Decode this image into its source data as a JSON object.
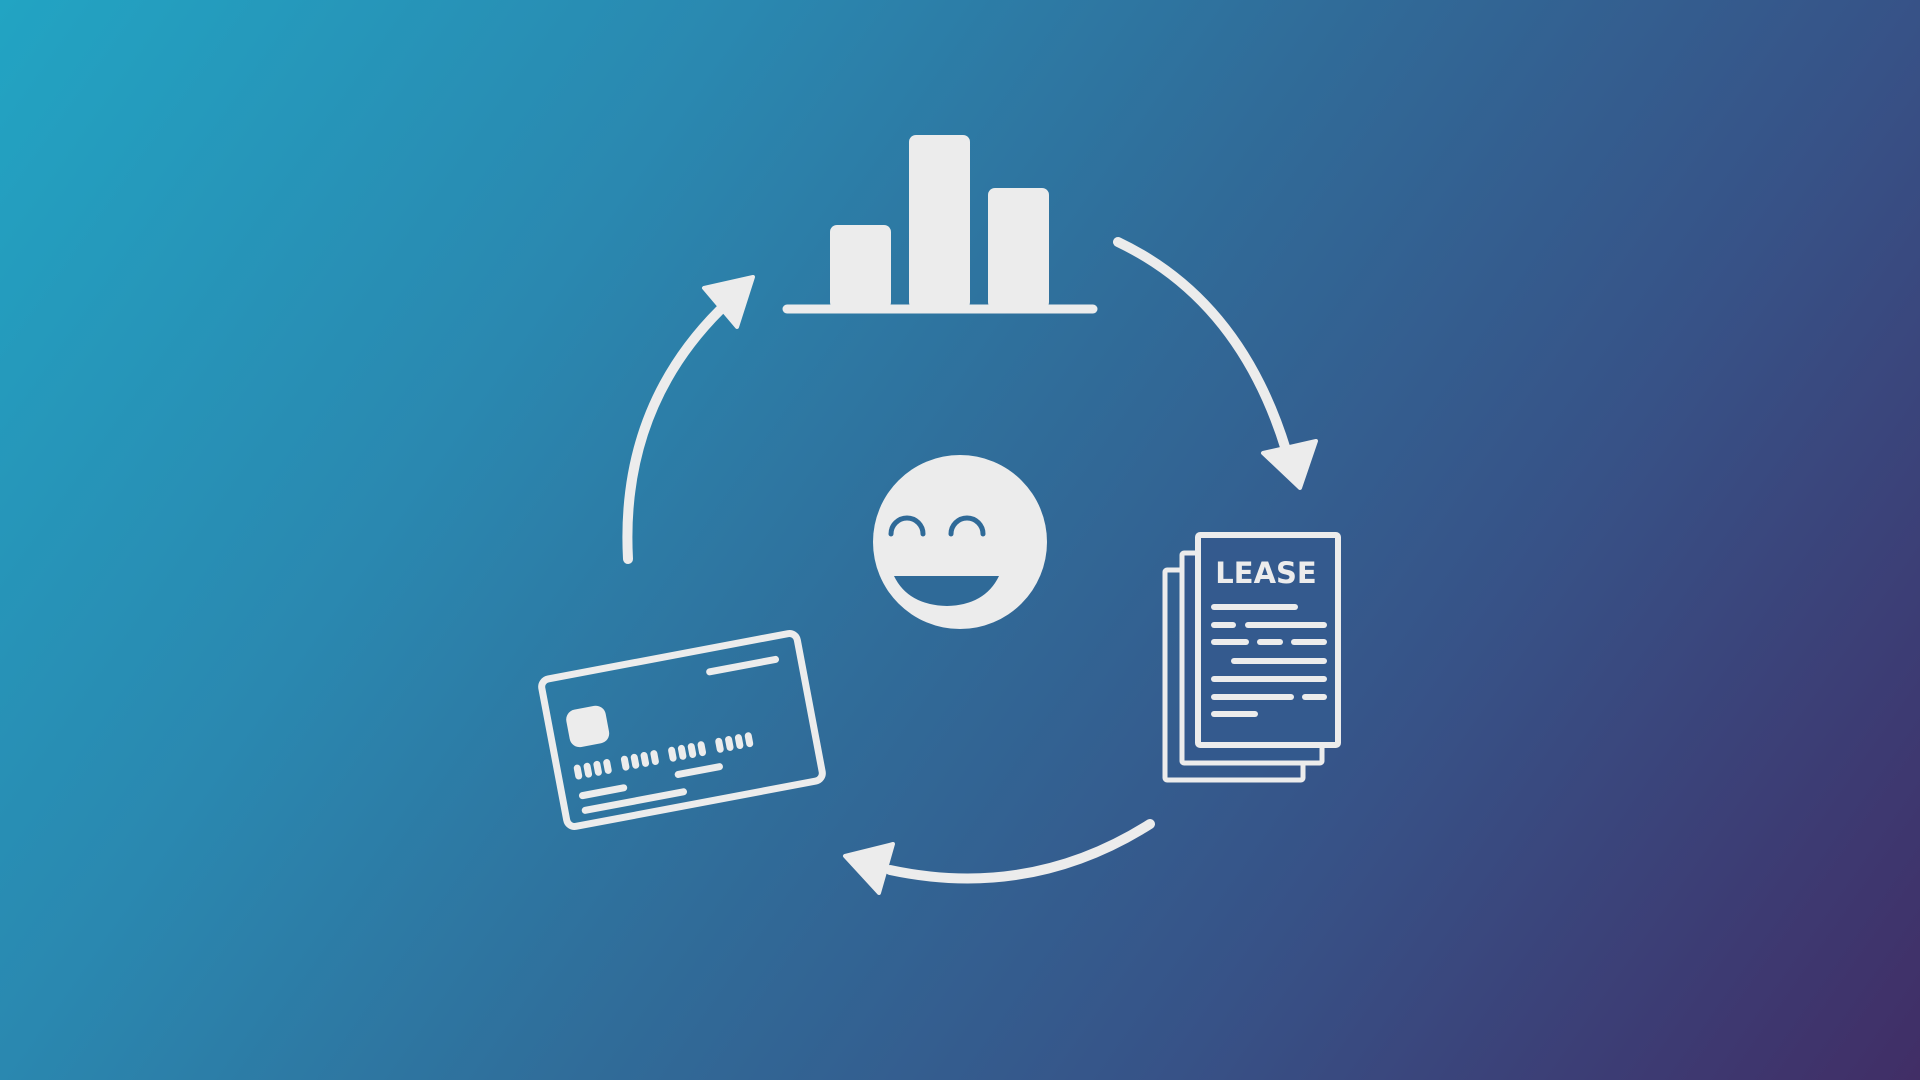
{
  "scene": {
    "description": "Cycle diagram: analytics chart -> lease document -> credit card payment -> back to chart, with a happy face in the center",
    "colors": {
      "icon_fill": "#ececec",
      "background_top_left": "#22a4c3",
      "background_bottom_left": "#2b86ae",
      "background_top_right": "#3b5a8f",
      "background_bottom_right": "#412e66",
      "cutout": "#2f6a98"
    }
  },
  "nodes": {
    "chart": {
      "icon": "bar-chart-icon",
      "bars": 3
    },
    "lease": {
      "icon": "lease-document-icon",
      "title": "LEASE"
    },
    "card": {
      "icon": "credit-card-icon"
    },
    "center": {
      "icon": "smiley-face-icon"
    }
  },
  "arrows": [
    {
      "name": "arrow-chart-to-lease",
      "direction": "clockwise"
    },
    {
      "name": "arrow-lease-to-card",
      "direction": "clockwise"
    },
    {
      "name": "arrow-card-to-chart",
      "direction": "clockwise"
    }
  ]
}
